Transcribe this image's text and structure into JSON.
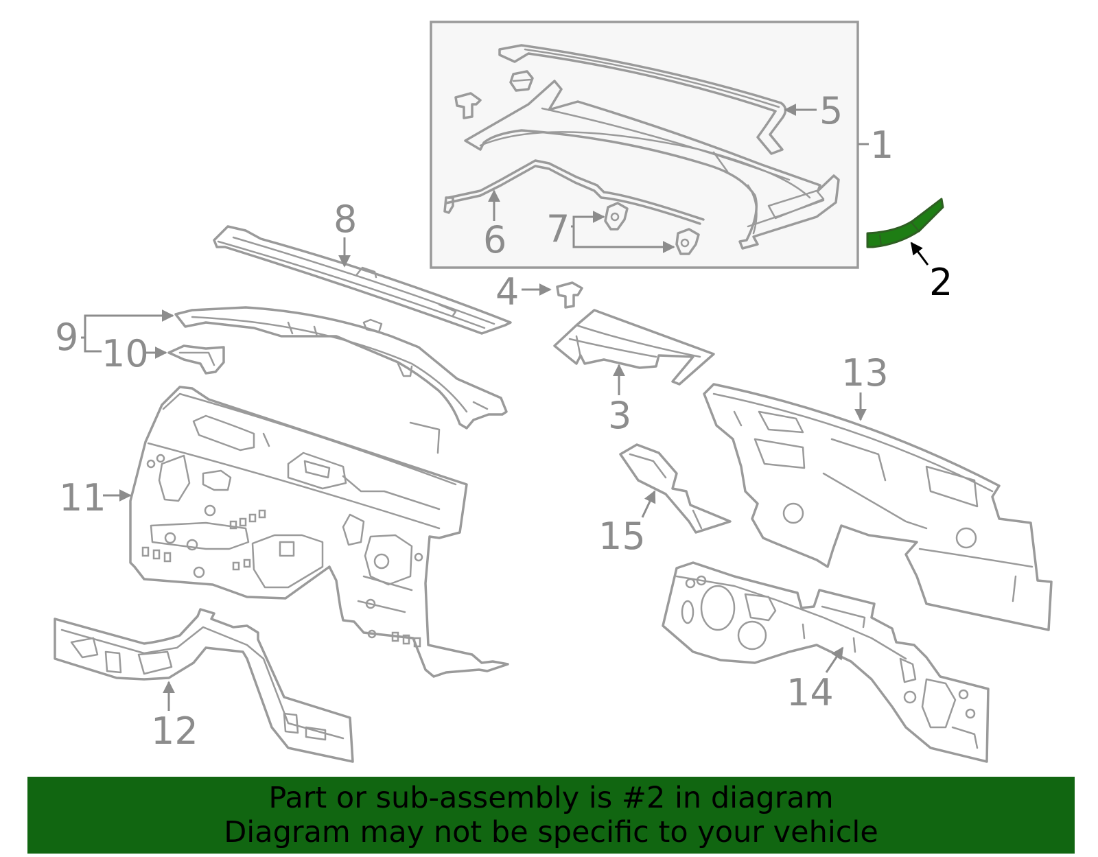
{
  "colors": {
    "banner_bg": "#116611",
    "highlight_part": "#1e7d14",
    "part_stroke": "#9a9a9a",
    "callout_text": "#8c8c8c",
    "highlight_callout": "#000000"
  },
  "callouts": {
    "c1": "1",
    "c2": "2",
    "c3": "3",
    "c4": "4",
    "c5": "5",
    "c6": "6",
    "c7": "7",
    "c8": "8",
    "c9": "9",
    "c10": "10",
    "c11": "11",
    "c12": "12",
    "c13": "13",
    "c14": "14",
    "c15": "15"
  },
  "highlighted_part": "2",
  "banner": {
    "line1": "Part or sub-assembly is #2 in diagram",
    "line2": "Diagram may not be specific to your vehicle"
  }
}
